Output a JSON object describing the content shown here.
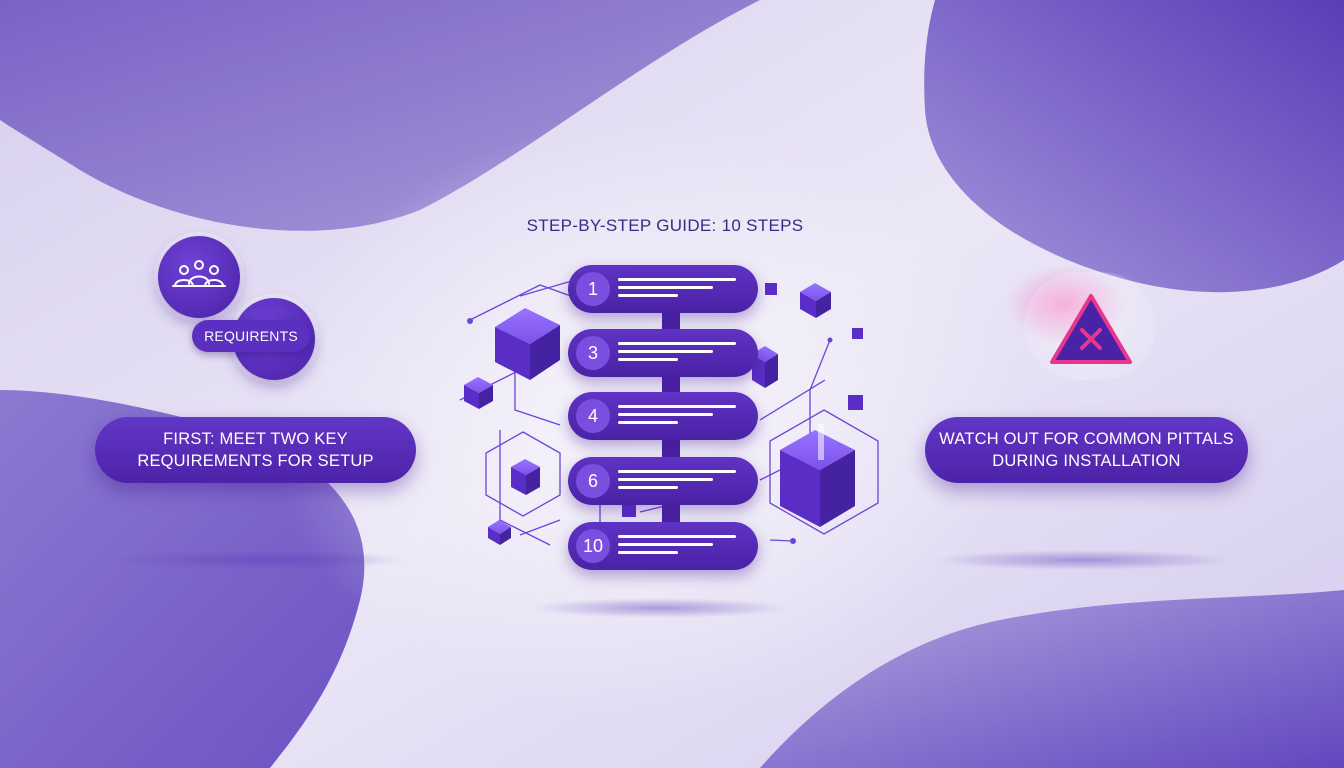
{
  "guide": {
    "title": "STEP-BY-STEP GUIDE: 10 STEPS"
  },
  "left": {
    "icon": "connected-users-icon",
    "badge_label": "REQUIRENTS",
    "pill_line1": "FIRST: MEET TWO KEY",
    "pill_line2": "REQUIREMENTS FOR SETUP"
  },
  "steps": [
    {
      "number": "1"
    },
    {
      "number": "3"
    },
    {
      "number": "4"
    },
    {
      "number": "6"
    },
    {
      "number": "10"
    }
  ],
  "right": {
    "icon": "warning-triangle-x-icon",
    "pill_line1": "WATCH OUT FOR COMMON PITTALS",
    "pill_line2": "DURING INSTALLATION"
  },
  "colors": {
    "primary": "#5229b4",
    "accent": "#7a4fe0",
    "warning": "#e8368f",
    "title_text": "#3a2a86"
  }
}
